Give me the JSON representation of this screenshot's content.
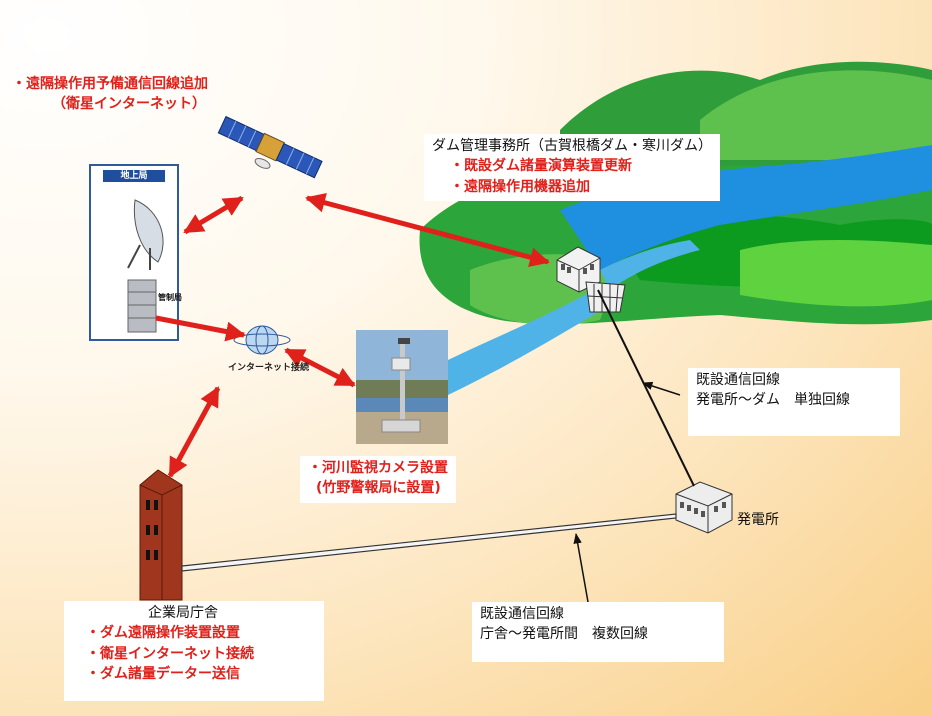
{
  "satellite_note": {
    "line1": "・遠隔操作用予備通信回線追加",
    "line2": "（衛星インターネット）"
  },
  "ground_station": {
    "title": "地上局",
    "control_label": "管制局"
  },
  "internet_label": "インターネット接続",
  "dam_office": {
    "title": "ダム管理事務所（古賀根橋ダム・寒川ダム）",
    "items": [
      "・既設ダム諸量演算装置更新",
      "・遠隔操作用機器追加"
    ]
  },
  "camera_note": {
    "line1": "・河川監視カメラ設置",
    "line2": "(竹野警報局に設置)"
  },
  "existing_line_1": {
    "line1": "既設通信回線",
    "line2": "発電所～ダム　単独回線"
  },
  "power_plant_label": "発電所",
  "office_building": {
    "title": "企業局庁舎",
    "items": [
      "・ダム遠隔操作装置設置",
      "・衛星インターネット接続",
      "・ダム諸量データー送信"
    ]
  },
  "existing_line_2": {
    "line1": "既設通信回線",
    "line2": "庁舎～発電所間　複数回線"
  },
  "colors": {
    "accent_red": "#e0211b",
    "river_blue": "#4fb3e8",
    "hill_green": "#2fa52f",
    "building_brown": "#a0361e"
  }
}
